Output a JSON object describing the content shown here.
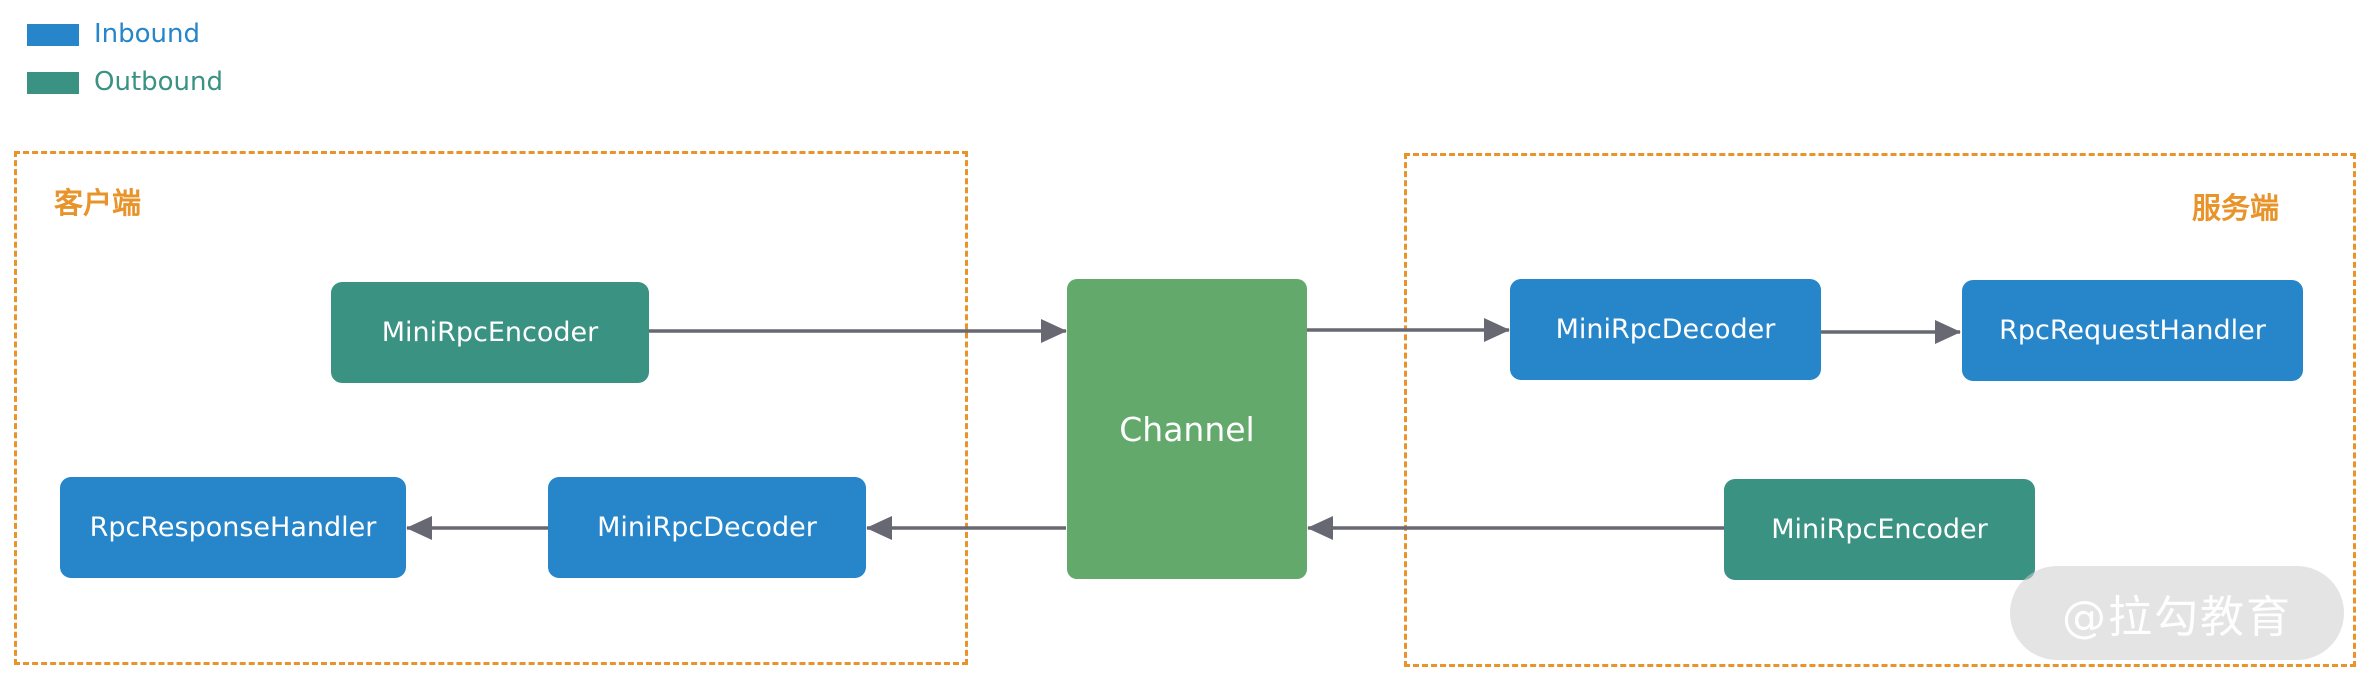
{
  "legend": {
    "inbound": {
      "label": "Inbound",
      "color": "#2785CA",
      "text_color": "#2785CA"
    },
    "outbound": {
      "label": "Outbound",
      "color": "#3A9283",
      "text_color": "#3A9283"
    }
  },
  "groups": {
    "client": {
      "label": "客户端"
    },
    "server": {
      "label": "服务端"
    }
  },
  "nodes": {
    "client_encoder": {
      "label": "MiniRpcEncoder",
      "kind": "outbound"
    },
    "client_decoder": {
      "label": "MiniRpcDecoder",
      "kind": "inbound"
    },
    "client_response_handler": {
      "label": "RpcResponseHandler",
      "kind": "inbound"
    },
    "channel": {
      "label": "Channel"
    },
    "server_decoder": {
      "label": "MiniRpcDecoder",
      "kind": "inbound"
    },
    "server_request_handler": {
      "label": "RpcRequestHandler",
      "kind": "inbound"
    },
    "server_encoder": {
      "label": "MiniRpcEncoder",
      "kind": "outbound"
    }
  },
  "edges": [
    {
      "from": "client_encoder",
      "to": "channel"
    },
    {
      "from": "channel",
      "to": "server_decoder"
    },
    {
      "from": "server_decoder",
      "to": "server_request_handler"
    },
    {
      "from": "server_encoder",
      "to": "channel"
    },
    {
      "from": "channel",
      "to": "client_decoder"
    },
    {
      "from": "client_decoder",
      "to": "client_response_handler"
    }
  ],
  "colors": {
    "group_border": "#E8942A",
    "edge": "#676872",
    "channel": "#62A96B"
  },
  "watermark": {
    "text": "@拉勾教育"
  }
}
